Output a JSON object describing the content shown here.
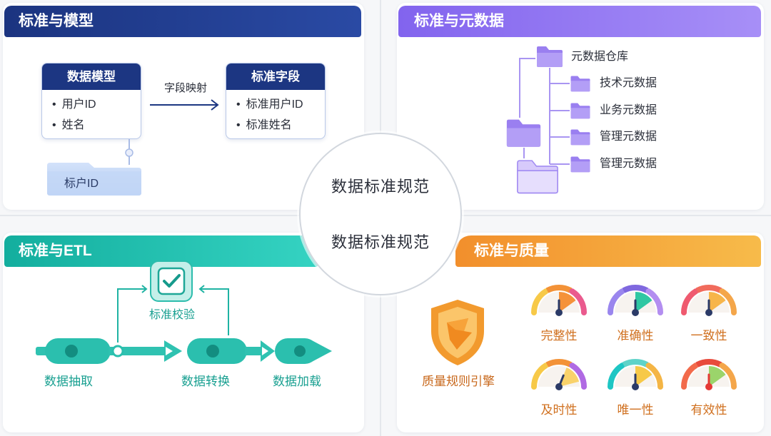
{
  "center": {
    "upper_text": "数据标准规范",
    "lower_text": "数据标准规范"
  },
  "model": {
    "title": "标准与模型",
    "color": "#1c3682",
    "source_box": {
      "title": "数据模型",
      "items": [
        "用户ID",
        "姓名"
      ]
    },
    "mapping_label": "字段映射",
    "target_box": {
      "title": "标准字段",
      "items": [
        "标准用户ID",
        "标准姓名"
      ]
    },
    "folder_label": "标户ID"
  },
  "metadata": {
    "title": "标准与元数据",
    "color": "#8b6ff0",
    "root_label": "元数据仓库",
    "children": [
      "技术元数据",
      "业务元数据",
      "管理元数据",
      "管理元数据"
    ]
  },
  "etl": {
    "title": "标准与ETL",
    "color": "#1fb8a7",
    "check_label": "标准校验",
    "steps": [
      "数据抽取",
      "数据转换",
      "数据加载"
    ]
  },
  "quality": {
    "title": "标准与质量",
    "color": "#f39a32",
    "engine_label": "质量规则引擎",
    "gauges": [
      {
        "label": "完整性",
        "level": 0.5,
        "arc": [
          "#f7c948",
          "#f39237",
          "#ea5a8e"
        ],
        "highlight": "#f5923a",
        "needle": "#2b3a67"
      },
      {
        "label": "准确性",
        "level": 0.5,
        "arc": [
          "#9a86ee",
          "#7f68df",
          "#b38ef0"
        ],
        "highlight": "#2fc7a3",
        "needle": "#2b3a67"
      },
      {
        "label": "一致性",
        "level": 0.5,
        "arc": [
          "#ef5a6f",
          "#f16b5c",
          "#f4a64a"
        ],
        "highlight": "#f7b54a",
        "needle": "#2b3a67"
      },
      {
        "label": "及时性",
        "level": 0.62,
        "arc": [
          "#f7c948",
          "#f39237",
          "#b06ae3"
        ],
        "highlight": "#f9d26a",
        "needle": "#2b3a67"
      },
      {
        "label": "唯一性",
        "level": 0.5,
        "arc": [
          "#1ec6c4",
          "#5fd3c9",
          "#f4b545"
        ],
        "highlight": "#f7c948",
        "needle": "#2b3a67"
      },
      {
        "label": "有效性",
        "level": 0.5,
        "arc": [
          "#f26a4b",
          "#e84a3c",
          "#f4a64a"
        ],
        "highlight": "#9bd46b",
        "needle": "#e53935"
      }
    ]
  }
}
